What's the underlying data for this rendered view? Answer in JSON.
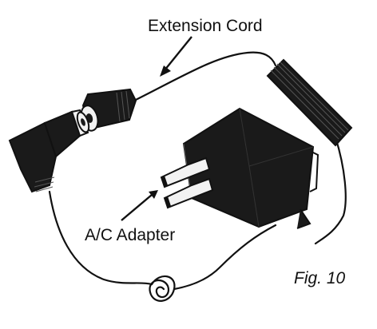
{
  "labels": {
    "extension_cord": "Extension Cord",
    "ac_adapter": "A/C Adapter",
    "figure_number": "Fig. 10"
  },
  "colors": {
    "ink": "#111111",
    "body": "#1a1a1a",
    "highlight": "#f2f2f2",
    "background": "#ffffff"
  }
}
